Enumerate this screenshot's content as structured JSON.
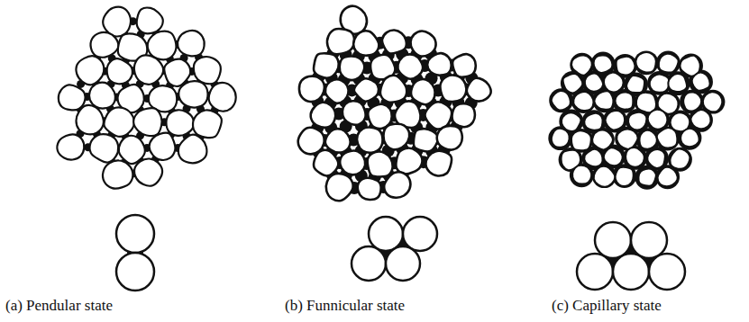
{
  "diagram": {
    "labels": [
      "(a) Pendular state",
      "(b) Funnicular state",
      "(c) Capillary state"
    ]
  }
}
